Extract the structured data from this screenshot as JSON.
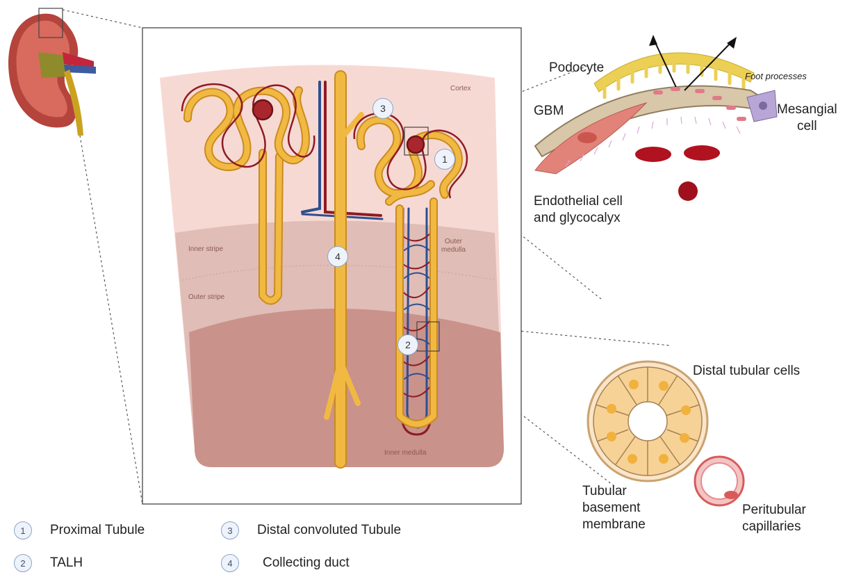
{
  "regions": {
    "cortex": "Cortex",
    "outer_medulla": "Outer\nmedulla",
    "inner_stripe": "Inner stripe",
    "outer_stripe": "Outer stripe",
    "inner_medulla": "Inner medulla"
  },
  "markers": [
    "1",
    "2",
    "3",
    "4"
  ],
  "glomerulus_labels": {
    "podocyte": "Podocyte",
    "foot_processes": "Foot processes",
    "gbm": "GBM",
    "mesangial_cell_line1": "Mesangial",
    "mesangial_cell_line2": "cell",
    "endothelial_line1": "Endothelial cell",
    "endothelial_line2": "and glycocalyx"
  },
  "tubule_labels": {
    "distal_tubular_cells": "Distal tubular cells",
    "tbm_line1": "Tubular",
    "tbm_line2": "basement",
    "tbm_line3": "membrane",
    "peritubular_line1": "Peritubular",
    "peritubular_line2": "capillaries"
  },
  "legend": [
    {
      "num": "1",
      "label": "Proximal Tubule"
    },
    {
      "num": "2",
      "label": "TALH"
    },
    {
      "num": "3",
      "label": "Distal convoluted Tubule"
    },
    {
      "num": "4",
      "label": "Collecting duct"
    }
  ],
  "colors": {
    "tubule": "#f2b942",
    "tubule_outline": "#c98b1e",
    "artery": "#8e1b22",
    "vein": "#2e4f8f",
    "cortex": "#f7d9d4",
    "outer_medulla": "#e0bdb6",
    "inner_medulla": "#c9928b"
  }
}
